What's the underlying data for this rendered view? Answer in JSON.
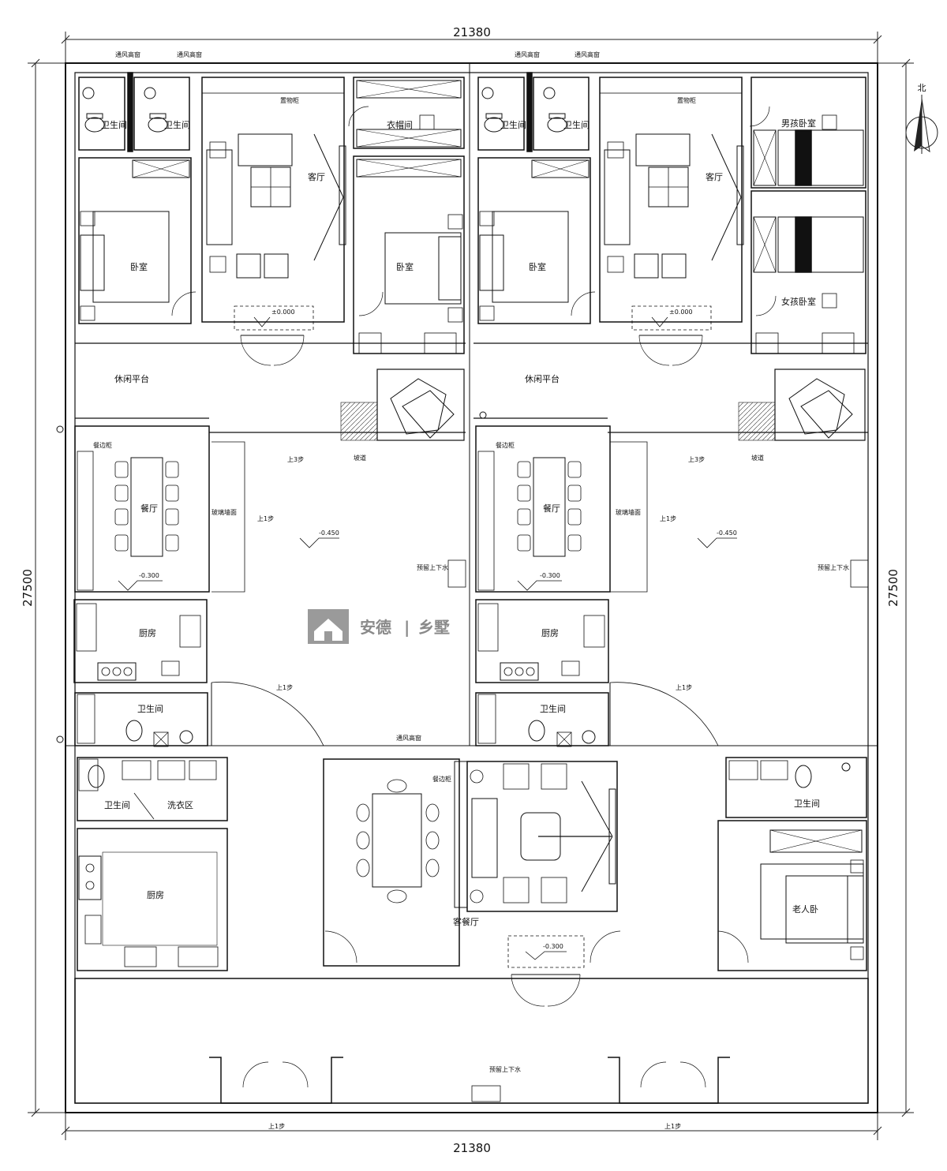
{
  "dimensions": {
    "width_top": "21380",
    "width_bottom": "21380",
    "depth_left": "27500",
    "depth_right": "27500"
  },
  "north_label": "北",
  "watermark": {
    "brand": "安德",
    "separator": "|",
    "sub": "乡墅"
  },
  "rooms": {
    "left_upper": {
      "wc1": "卫生间",
      "wc2": "卫生间",
      "vent1": "通风高窗",
      "vent2": "通风高窗",
      "storage": "置物柜",
      "cloakroom": "衣帽间",
      "living": "客厅",
      "bed_left": "卧室",
      "bed_right": "卧室",
      "level": "±0.000",
      "terrace": "休闲平台"
    },
    "right_upper": {
      "wc1": "卫生间",
      "wc2": "卫生间",
      "vent1": "通风高窗",
      "vent2": "通风高窗",
      "storage": "置物柜",
      "boy_room": "男孩卧室",
      "girl_room": "女孩卧室",
      "living": "客厅",
      "bed": "卧室",
      "level": "±0.000",
      "terrace": "休闲平台"
    },
    "left_middle": {
      "sideboard": "餐边柜",
      "dining": "餐厅",
      "glass_wall": "玻璃墙面",
      "step1": "上1步",
      "step3": "上3步",
      "ramp": "坡道",
      "level_yard": "-0.450",
      "level_dining": "-0.300",
      "drain": "预留上下水",
      "kitchen": "厨房",
      "wc": "卫生间",
      "step_door": "上1步"
    },
    "right_middle": {
      "sideboard": "餐边柜",
      "dining": "餐厅",
      "glass_wall": "玻璃墙面",
      "step1": "上1步",
      "step3": "上3步",
      "ramp": "坡道",
      "level_yard": "-0.450",
      "level_dining": "-0.300",
      "drain": "预留上下水",
      "kitchen": "厨房",
      "wc": "卫生间",
      "step_door": "上1步"
    },
    "lower": {
      "wc": "卫生间",
      "laundry": "洗衣区",
      "kitchen": "厨房",
      "vent": "通风高窗",
      "sideboard": "餐边柜",
      "living_dining": "客餐厅",
      "level": "-0.300",
      "wc_right": "卫生间",
      "elder_room": "老人卧",
      "drain": "预留上下水",
      "step_left": "上1步",
      "step_right": "上1步"
    }
  }
}
